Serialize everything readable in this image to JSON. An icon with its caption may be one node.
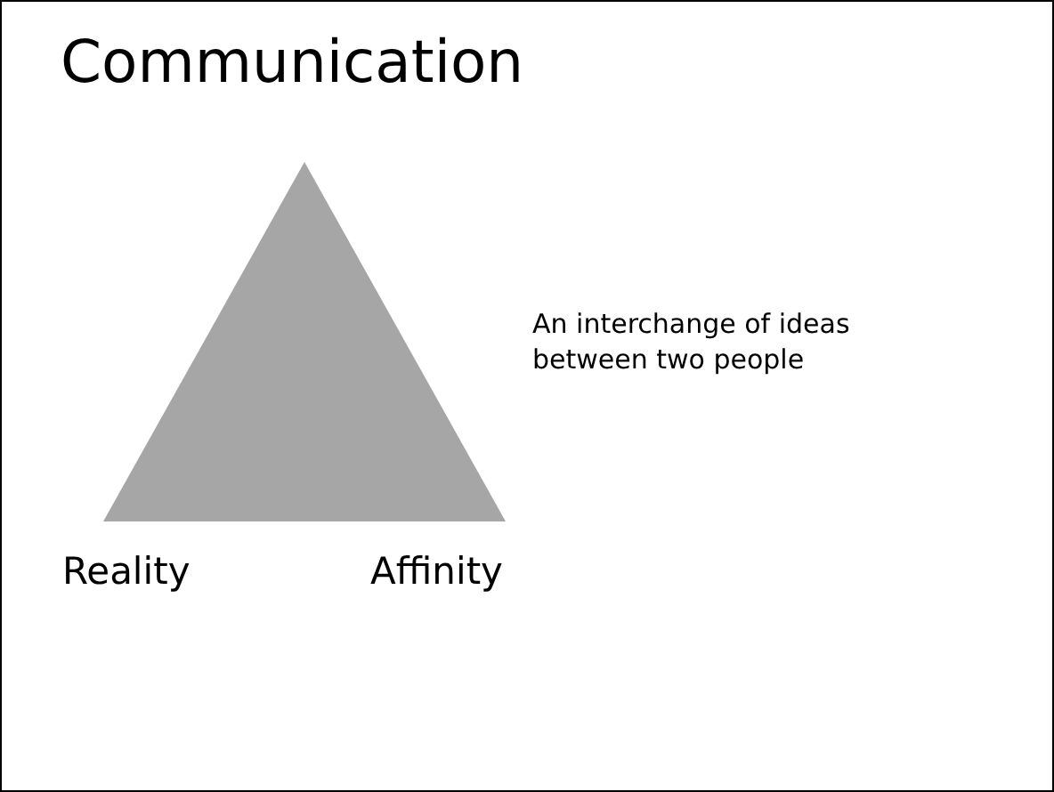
{
  "diagram": {
    "title": "Communication",
    "labels": [
      "Reality",
      "Affinity",
      "An interchange of ideas between two people"
    ]
  }
}
